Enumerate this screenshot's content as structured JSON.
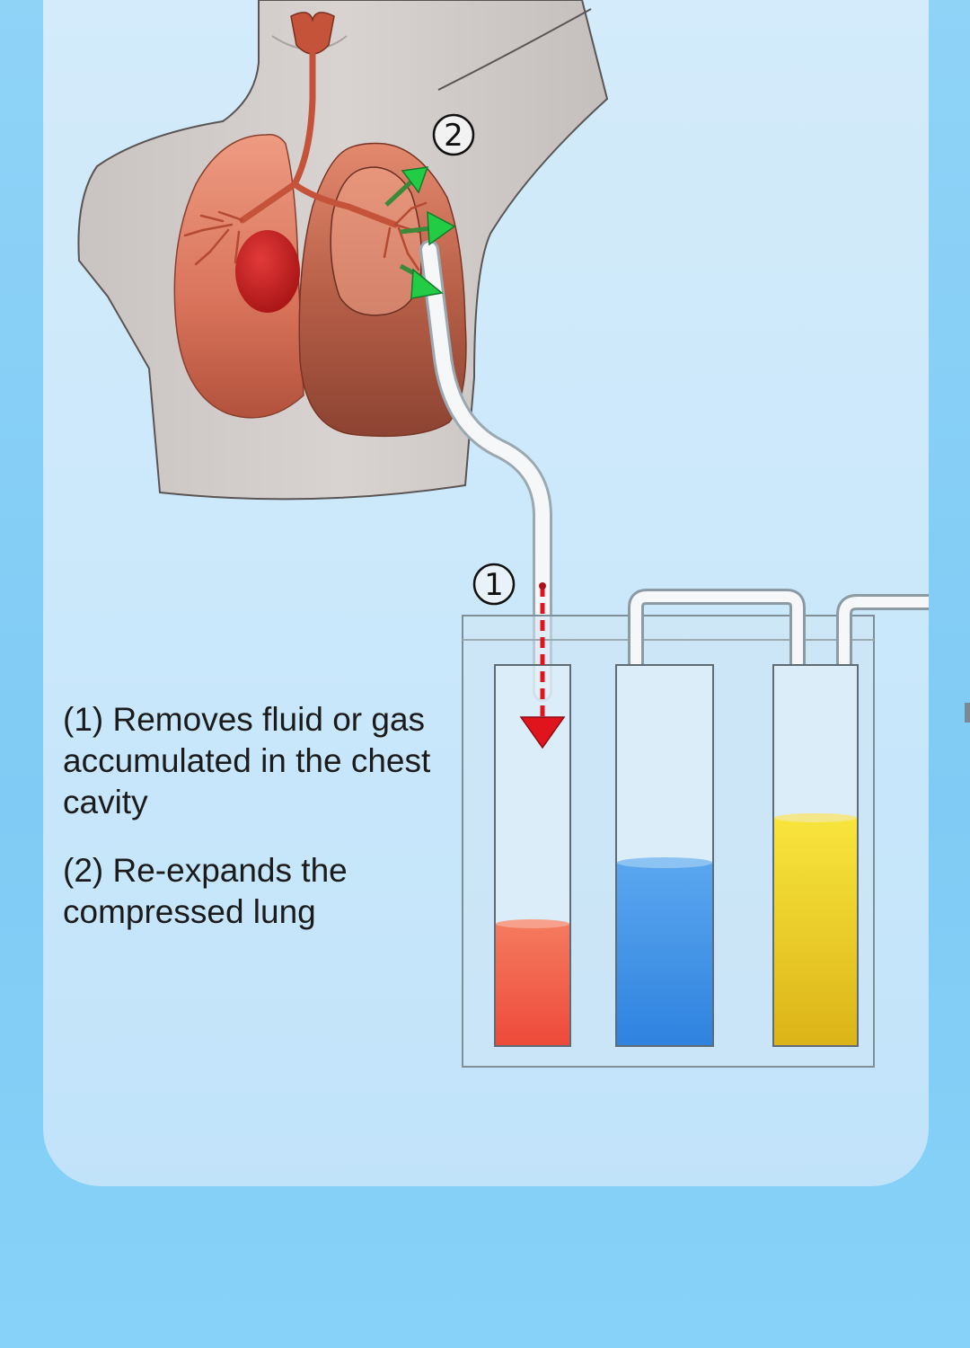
{
  "labels": {
    "marker_1": "1",
    "marker_2": "2"
  },
  "captions": {
    "item_1": "(1) Removes fluid or gas accumulated in the chest cavity",
    "item_2": "(2) Re-expands the compressed lung"
  },
  "icons": [
    "airflow-arrow-icon",
    "drain-arrow-icon"
  ],
  "colors": {
    "background": "#86d2f8",
    "card": "#cbe8fb",
    "lung": "#e07a5f",
    "heart": "#c61f1f",
    "arrow_green": "#22cc44",
    "arrow_red": "#e0141c",
    "chamber_red": "#f0614a",
    "chamber_blue": "#3a90e6",
    "chamber_yellow": "#ecc71e"
  },
  "chambers": [
    {
      "name": "collection-chamber",
      "fill_level": 0.32,
      "color": "#f0614a"
    },
    {
      "name": "water-seal-chamber",
      "fill_level": 0.48,
      "color": "#3a90e6"
    },
    {
      "name": "suction-control-chamber",
      "fill_level": 0.6,
      "color": "#ecc71e"
    }
  ]
}
